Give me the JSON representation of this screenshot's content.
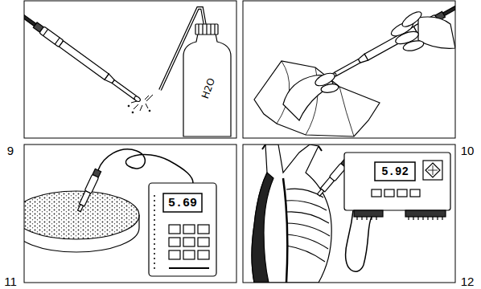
{
  "diagram": {
    "labels": [
      "9",
      "10",
      "11",
      "12",
      "H2O",
      "5.69",
      "5.92"
    ]
  }
}
